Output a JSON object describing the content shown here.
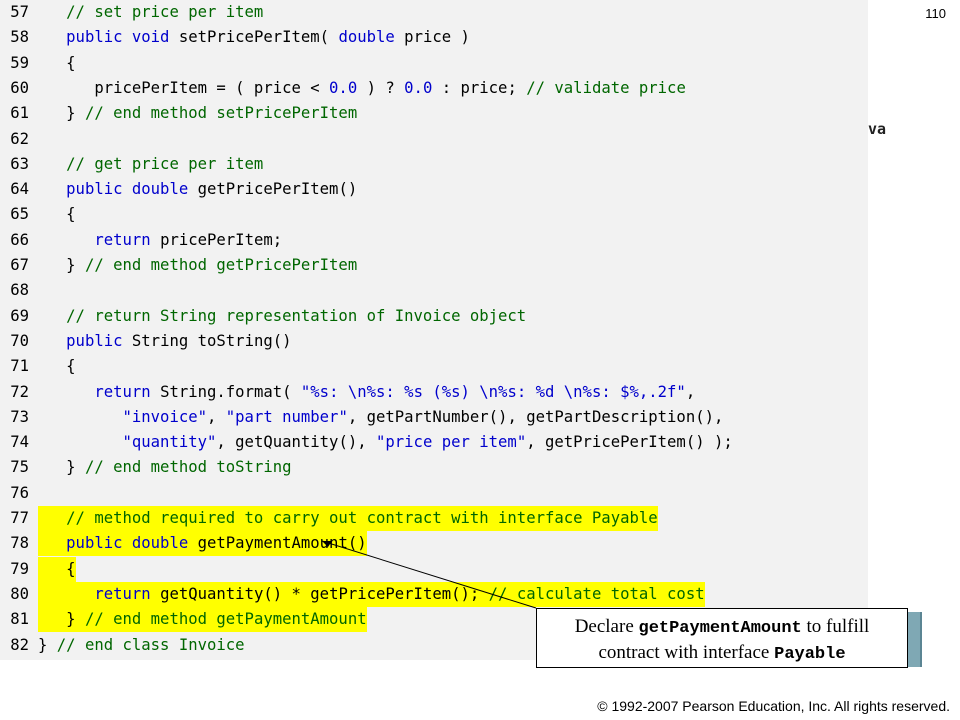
{
  "slide_number": "110",
  "side_partial_text": "va",
  "code_lines": [
    {
      "n": "57",
      "hl": false,
      "parts": [
        {
          "t": "   ",
          "c": ""
        },
        {
          "t": "// set price per item",
          "c": "cm"
        }
      ]
    },
    {
      "n": "58",
      "hl": false,
      "parts": [
        {
          "t": "   ",
          "c": ""
        },
        {
          "t": "public void",
          "c": "kw"
        },
        {
          "t": " setPricePerItem( ",
          "c": ""
        },
        {
          "t": "double",
          "c": "kw"
        },
        {
          "t": " price )",
          "c": ""
        }
      ]
    },
    {
      "n": "59",
      "hl": false,
      "parts": [
        {
          "t": "   {",
          "c": ""
        }
      ]
    },
    {
      "n": "60",
      "hl": false,
      "parts": [
        {
          "t": "      pricePerItem = ( price < ",
          "c": ""
        },
        {
          "t": "0.0",
          "c": "num"
        },
        {
          "t": " ) ? ",
          "c": ""
        },
        {
          "t": "0.0",
          "c": "num"
        },
        {
          "t": " : price; ",
          "c": ""
        },
        {
          "t": "// validate price",
          "c": "cm"
        }
      ]
    },
    {
      "n": "61",
      "hl": false,
      "parts": [
        {
          "t": "   } ",
          "c": ""
        },
        {
          "t": "// end method setPricePerItem",
          "c": "cm"
        }
      ]
    },
    {
      "n": "62",
      "hl": false,
      "parts": [
        {
          "t": "",
          "c": ""
        }
      ]
    },
    {
      "n": "63",
      "hl": false,
      "parts": [
        {
          "t": "   ",
          "c": ""
        },
        {
          "t": "// get price per item",
          "c": "cm"
        }
      ]
    },
    {
      "n": "64",
      "hl": false,
      "parts": [
        {
          "t": "   ",
          "c": ""
        },
        {
          "t": "public double",
          "c": "kw"
        },
        {
          "t": " getPricePerItem()",
          "c": ""
        }
      ]
    },
    {
      "n": "65",
      "hl": false,
      "parts": [
        {
          "t": "   {",
          "c": ""
        }
      ]
    },
    {
      "n": "66",
      "hl": false,
      "parts": [
        {
          "t": "      ",
          "c": ""
        },
        {
          "t": "return",
          "c": "kw"
        },
        {
          "t": " pricePerItem;",
          "c": ""
        }
      ]
    },
    {
      "n": "67",
      "hl": false,
      "parts": [
        {
          "t": "   } ",
          "c": ""
        },
        {
          "t": "// end method getPricePerItem",
          "c": "cm"
        }
      ]
    },
    {
      "n": "68",
      "hl": false,
      "parts": [
        {
          "t": "",
          "c": ""
        }
      ]
    },
    {
      "n": "69",
      "hl": false,
      "parts": [
        {
          "t": "   ",
          "c": ""
        },
        {
          "t": "// return String representation of Invoice object",
          "c": "cm"
        }
      ]
    },
    {
      "n": "70",
      "hl": false,
      "parts": [
        {
          "t": "   ",
          "c": ""
        },
        {
          "t": "public",
          "c": "kw"
        },
        {
          "t": " String toString()",
          "c": ""
        }
      ]
    },
    {
      "n": "71",
      "hl": false,
      "parts": [
        {
          "t": "   {",
          "c": ""
        }
      ]
    },
    {
      "n": "72",
      "hl": false,
      "parts": [
        {
          "t": "      ",
          "c": ""
        },
        {
          "t": "return",
          "c": "kw"
        },
        {
          "t": " String.format( ",
          "c": ""
        },
        {
          "t": "\"%s: \\n%s: %s (%s) \\n%s: %d \\n%s: $%,.2f\"",
          "c": "str"
        },
        {
          "t": ",",
          "c": ""
        }
      ]
    },
    {
      "n": "73",
      "hl": false,
      "parts": [
        {
          "t": "         ",
          "c": ""
        },
        {
          "t": "\"invoice\"",
          "c": "str"
        },
        {
          "t": ", ",
          "c": ""
        },
        {
          "t": "\"part number\"",
          "c": "str"
        },
        {
          "t": ", getPartNumber(), getPartDescription(),",
          "c": ""
        }
      ]
    },
    {
      "n": "74",
      "hl": false,
      "parts": [
        {
          "t": "         ",
          "c": ""
        },
        {
          "t": "\"quantity\"",
          "c": "str"
        },
        {
          "t": ", getQuantity(), ",
          "c": ""
        },
        {
          "t": "\"price per item\"",
          "c": "str"
        },
        {
          "t": ", getPricePerItem() );",
          "c": ""
        }
      ]
    },
    {
      "n": "75",
      "hl": false,
      "parts": [
        {
          "t": "   } ",
          "c": ""
        },
        {
          "t": "// end method toString",
          "c": "cm"
        }
      ]
    },
    {
      "n": "76",
      "hl": false,
      "parts": [
        {
          "t": "",
          "c": ""
        }
      ]
    },
    {
      "n": "77",
      "hl": true,
      "parts": [
        {
          "t": "   ",
          "c": ""
        },
        {
          "t": "// method required to carry out contract with interface Payable",
          "c": "cm"
        }
      ]
    },
    {
      "n": "78",
      "hl": true,
      "parts": [
        {
          "t": "   ",
          "c": ""
        },
        {
          "t": "public double",
          "c": "kw"
        },
        {
          "t": " getPaymentAmount()",
          "c": ""
        }
      ]
    },
    {
      "n": "79",
      "hl": true,
      "parts": [
        {
          "t": "   {",
          "c": ""
        }
      ]
    },
    {
      "n": "80",
      "hl": true,
      "parts": [
        {
          "t": "      ",
          "c": ""
        },
        {
          "t": "return",
          "c": "kw"
        },
        {
          "t": " getQuantity() * getPricePerItem(); ",
          "c": ""
        },
        {
          "t": "// calculate total cost",
          "c": "cm"
        }
      ]
    },
    {
      "n": "81",
      "hl": true,
      "parts": [
        {
          "t": "   } ",
          "c": ""
        },
        {
          "t": "// end method getPaymentAmount",
          "c": "cm"
        }
      ]
    },
    {
      "n": "82",
      "hl": false,
      "parts": [
        {
          "t": "} ",
          "c": ""
        },
        {
          "t": "// end class Invoice",
          "c": "cm"
        }
      ]
    }
  ],
  "callout": {
    "prefix": "Declare ",
    "method": "getPaymentAmount",
    "middle": " to fulfill",
    "line2": "contract with interface ",
    "iface": "Payable"
  },
  "copyright": "© 1992-2007 Pearson Education, Inc.  All rights reserved."
}
